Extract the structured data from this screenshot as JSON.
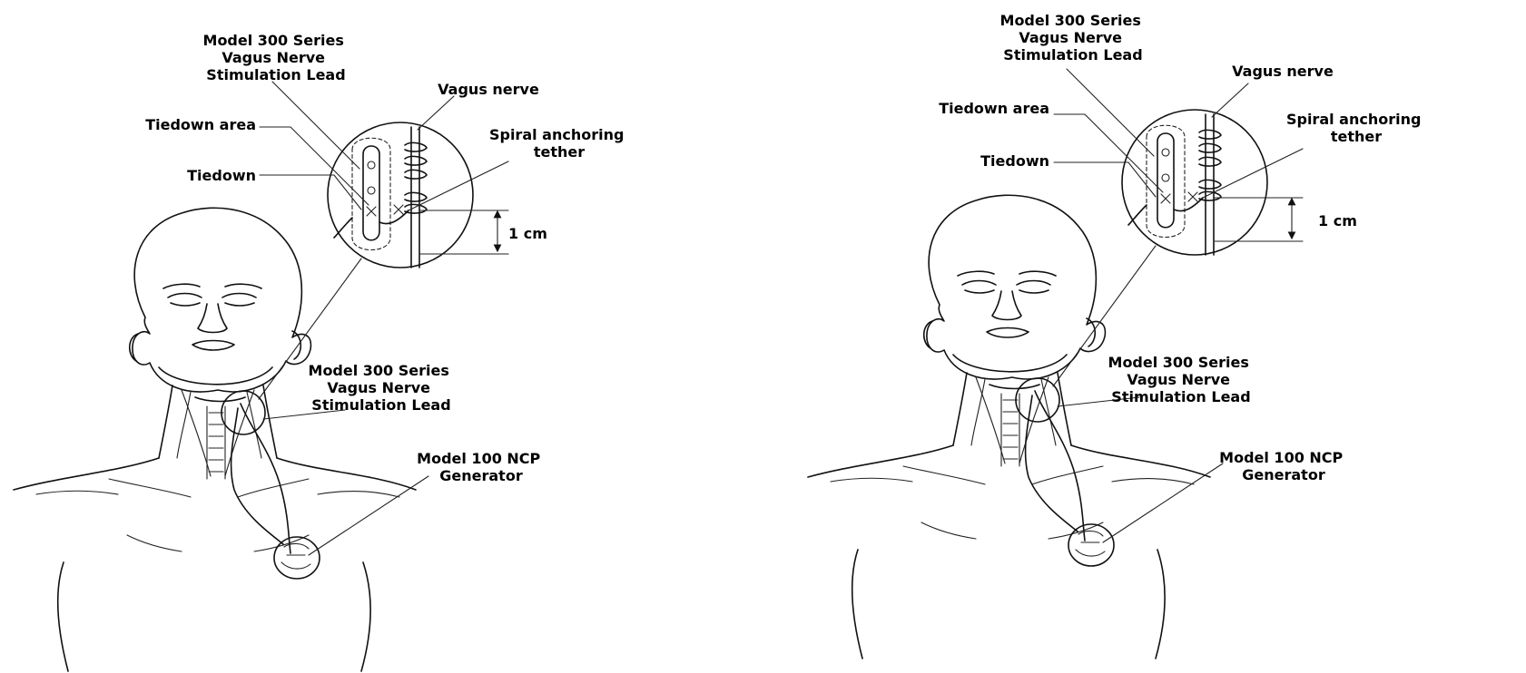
{
  "panels": [
    {
      "lead_label": [
        "Model 300 Series",
        "Vagus Nerve",
        "Stimulation Lead"
      ],
      "nerve_label": "Vagus nerve",
      "tiedown_area_label": "Tiedown area",
      "tiedown_label": "Tiedown",
      "tether_label": [
        "Spiral anchoring",
        "tether"
      ],
      "distance_label": "1 cm",
      "lead_label_2": [
        "Model 300 Series",
        "Vagus Nerve",
        "Stimulation Lead"
      ],
      "generator_label": [
        "Model 100 NCP",
        "Generator"
      ]
    },
    {
      "lead_label": [
        "Model 300 Series",
        "Vagus Nerve",
        "Stimulation Lead"
      ],
      "nerve_label": "Vagus nerve",
      "tiedown_area_label": "Tiedown area",
      "tiedown_label": "Tiedown",
      "tether_label": [
        "Spiral anchoring",
        "tether"
      ],
      "distance_label": "1 cm",
      "lead_label_2": [
        "Model 300 Series",
        "Vagus Nerve",
        "Stimulation Lead"
      ],
      "generator_label": [
        "Model 100 NCP",
        "Generator"
      ]
    }
  ]
}
